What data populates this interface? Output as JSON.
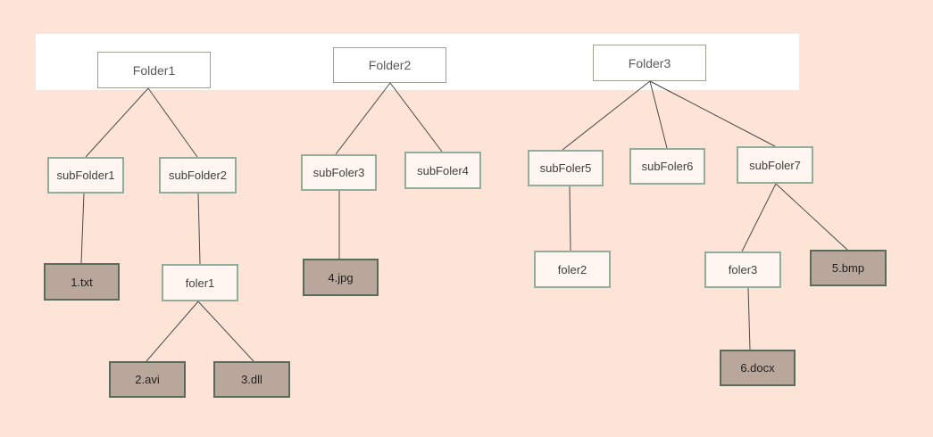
{
  "roots": {
    "folder1": "Folder1",
    "folder2": "Folder2",
    "folder3": "Folder3"
  },
  "folders": {
    "subfolder1": "subFolder1",
    "subfolder2": "subFolder2",
    "subfoler3": "subFoler3",
    "subfoler4": "subFoler4",
    "subfoler5": "subFoler5",
    "subfoler6": "subFoler6",
    "subfoler7": "subFoler7",
    "foler1": "foler1",
    "foler2": "foler2",
    "foler3": "foler3"
  },
  "files": {
    "txt": "1.txt",
    "avi": "2.avi",
    "dll": "3.dll",
    "jpg": "4.jpg",
    "bmp": "5.bmp",
    "docx": "6.docx"
  },
  "colors": {
    "background": "#fde4d7",
    "root_fill": "#ffffff",
    "folder_border": "#93ac9b",
    "file_fill": "#baa79b",
    "file_border": "#5a6b5e",
    "edge": "#4a4a4a"
  }
}
